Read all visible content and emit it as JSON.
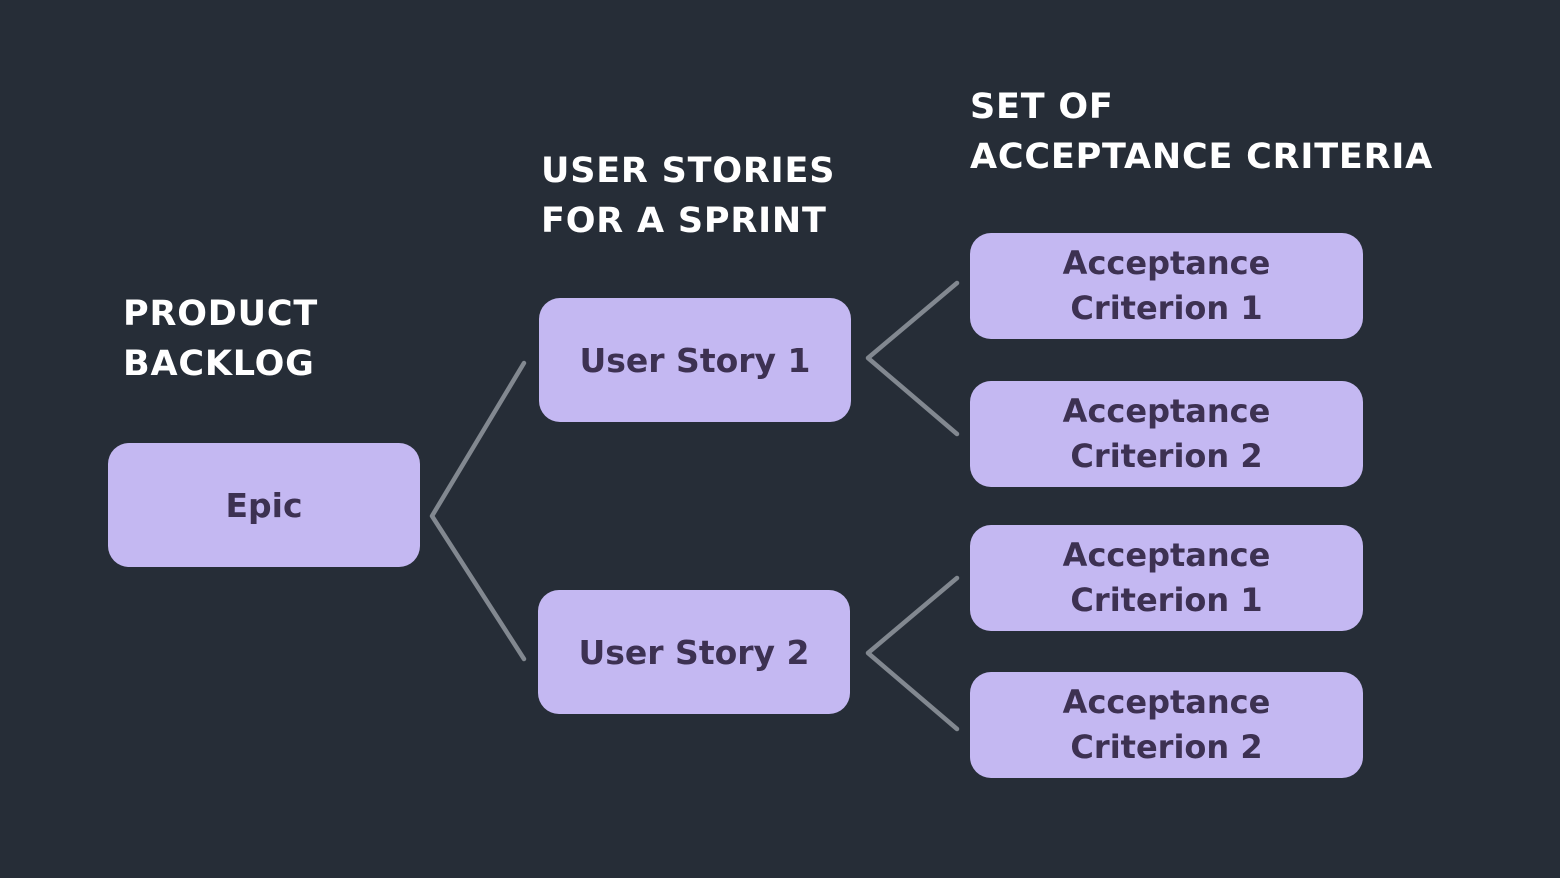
{
  "diagram": {
    "headings": {
      "product_backlog": {
        "line1": "PRODUCT",
        "line2": "BACKLOG"
      },
      "user_stories": {
        "line1": "USER STORIES",
        "line2": "FOR A SPRINT"
      },
      "acceptance_criteria": {
        "line1": "SET OF",
        "line2": "ACCEPTANCE CRITERIA"
      }
    },
    "nodes": {
      "epic": {
        "label": "Epic"
      },
      "user_story_1": {
        "label": "User Story 1"
      },
      "user_story_2": {
        "label": "User Story 2"
      },
      "us1_criterion_1": {
        "line1": "Acceptance",
        "line2": "Criterion 1"
      },
      "us1_criterion_2": {
        "line1": "Acceptance",
        "line2": "Criterion 2"
      },
      "us2_criterion_1": {
        "line1": "Acceptance",
        "line2": "Criterion 1"
      },
      "us2_criterion_2": {
        "line1": "Acceptance",
        "line2": "Criterion 2"
      }
    },
    "colors": {
      "background": "#262d37",
      "node_fill": "#c4b8f2",
      "node_text": "#3d3152",
      "heading_text": "#ffffff",
      "connector": "#828890"
    }
  }
}
